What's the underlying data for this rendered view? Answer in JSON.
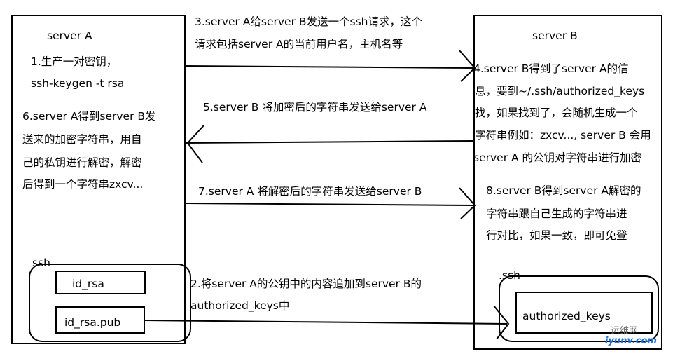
{
  "server_a": {
    "title": "server A",
    "step1": [
      "1.生产一对密钥，",
      "ssh-keygen -t rsa"
    ],
    "step6": [
      "6.server A得到server B发",
      "送来的加密字符串，用自",
      "己的私钥进行解密，解密",
      "后得到一个字符串zxcv..."
    ],
    "ssh_dir": "ssh",
    "files": [
      "id_rsa",
      "id_rsa.pub"
    ]
  },
  "server_b": {
    "title": "server B",
    "step4": [
      "4.server B得到了server A的信",
      "息，要到~/.ssh/authorized_keys",
      "找，如果找到了，会随机生成一个",
      "字符串例如：zxcv..., server B 会用",
      "server A 的公钥对字符串进行加密"
    ],
    "step8": [
      "8.server B得到server A解密的",
      "字符串跟自己生成的字符串进",
      "行对比，如果一致，即可免登"
    ],
    "ssh_dir": ".ssh",
    "file": "authorized_keys"
  },
  "messages": {
    "step3": [
      "3.server A给server B发送一个ssh请求，这个",
      "请求包括server A的当前用户名，主机名等"
    ],
    "step5": "5.server B 将加密后的字符串发送给server A",
    "step7": "7.server A 将解密后的字符串发送给server B",
    "step2": [
      "2.将server A的公钥中的内容追加到server B的",
      "authorized_keys中"
    ]
  },
  "watermark": {
    "name": "运维网",
    "url": "iyunv.com"
  }
}
